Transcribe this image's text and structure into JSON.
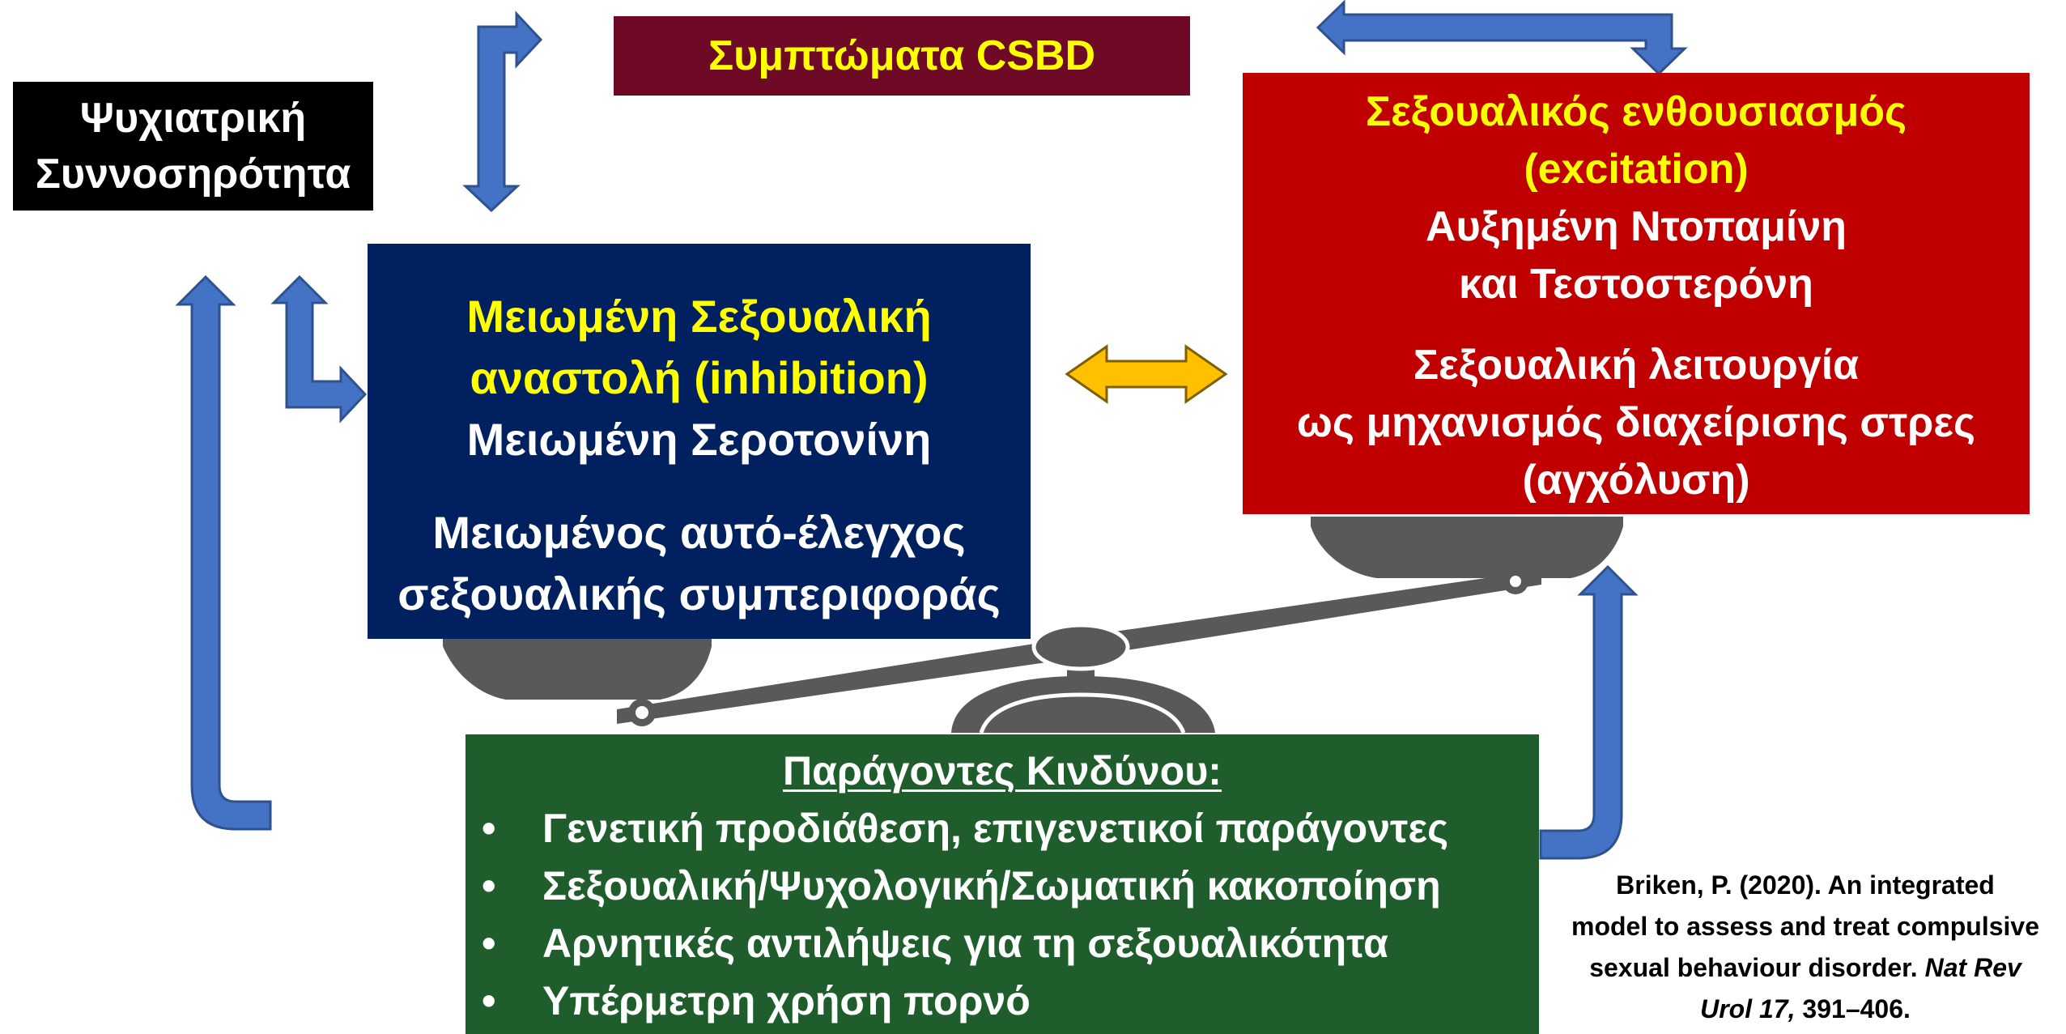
{
  "colors": {
    "comorbidity_bg": "#000000",
    "symptoms_bg": "#6f0a26",
    "excitation_bg": "#c00000",
    "inhibition_bg": "#002060",
    "risk_bg": "#1f5e2c",
    "highlight_text": "#ffff00",
    "body_text": "#ffffff",
    "arrow_blue": "#4472c4",
    "arrow_blue_outline": "#2f528f",
    "arrow_orange": "#ffc000",
    "arrow_orange_outline": "#7f6000",
    "scale_gray": "#595959"
  },
  "icons": {
    "scale": "balance-scale-icon"
  },
  "comorbidity_box": {
    "line1": "Ψυχιατρική",
    "line2": "Συννοσηρότητα"
  },
  "symptoms_box": {
    "label": "Συμπτώματα CSBD"
  },
  "excitation_box": {
    "line1": "Σεξουαλικός ενθουσιασμός",
    "line2": "(excitation)",
    "line3": "Αυξημένη Ντοπαμίνη",
    "line4": "και Τεστοστερόνη",
    "line5": "Σεξουαλική λειτουργία",
    "line6": "ως μηχανισμός διαχείρισης στρες",
    "line7": "(αγχόλυση)"
  },
  "inhibition_box": {
    "line1": "Μειωμένη Σεξουαλική",
    "line2": "αναστολή (inhibition)",
    "line3": "Μειωμένη Σεροτονίνη",
    "line4": "Μειωμένος αυτό-έλεγχος",
    "line5": "σεξουαλικής συμπεριφοράς"
  },
  "risk_factors": {
    "title": "Παράγοντες Κινδύνου:",
    "bullet": "•",
    "items": [
      "Γενετική προδιάθεση, επιγενετικοί παράγοντες",
      "Σεξουαλική/Ψυχολογική/Σωματική κακοποίηση",
      "Αρνητικές αντιλήψεις για τη σεξουαλικότητα",
      "Υπέρμετρη χρήση πορνό"
    ]
  },
  "citation": {
    "line1": "Briken, P. (2020). An integrated",
    "line2": "model to assess and treat compulsive",
    "line3": "sexual behaviour disorder.",
    "line3_italic": "Nat Rev",
    "line4_italic": "Urol 17,",
    "line4": "391–406."
  }
}
